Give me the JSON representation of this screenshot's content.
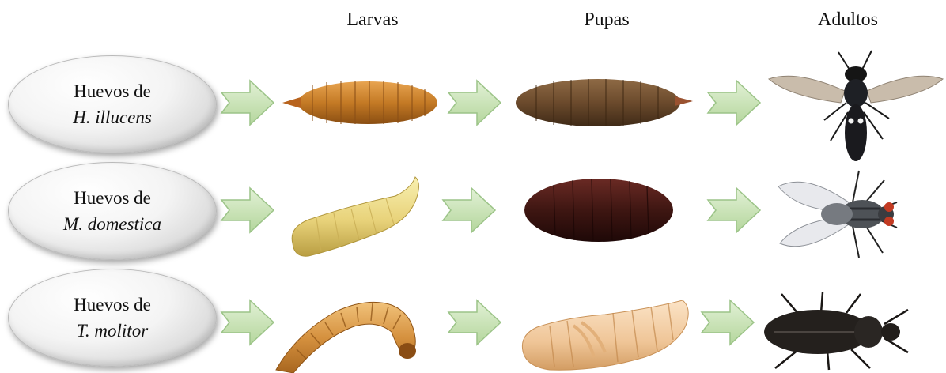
{
  "headers": {
    "larvae": "Larvas",
    "pupae": "Pupas",
    "adults": "Adultos"
  },
  "rows": [
    {
      "line1": "Huevos  de",
      "species": "H. illucens"
    },
    {
      "line1": "Huevos de",
      "species": "M. domestica"
    },
    {
      "line1": "Huevos de",
      "species": "T. molitor"
    }
  ],
  "colors": {
    "arrow_fill": "#c7e3b2",
    "arrow_stroke": "#9cc488"
  }
}
